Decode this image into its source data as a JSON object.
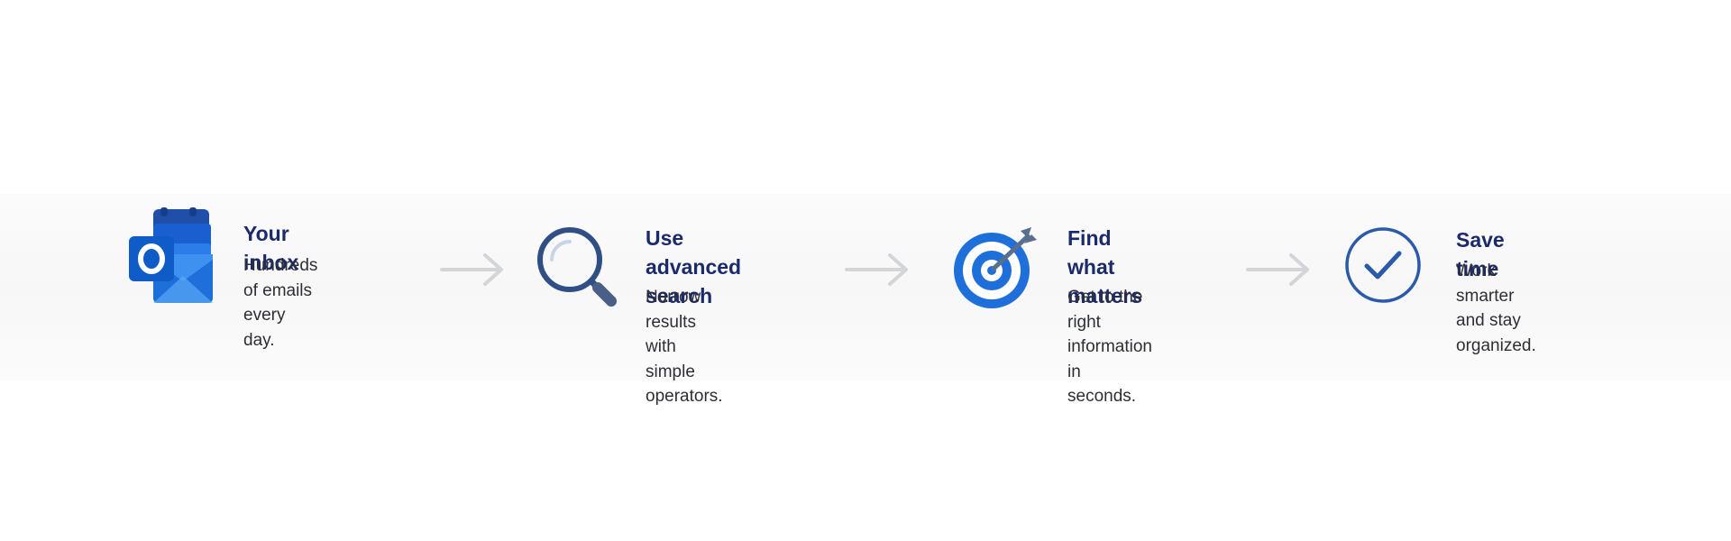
{
  "colors": {
    "title": "#1b2a6b",
    "body_text": "#2d2f36",
    "accent_blue": "#1e6fd9",
    "navy": "#2a5aa8",
    "arrow": "#d3d5d9"
  },
  "steps": [
    {
      "icon": "outlook-logo-icon",
      "title": "Your inbox",
      "description": "Hundreds of emails\nevery day."
    },
    {
      "icon": "magnifying-glass-icon",
      "title": "Use advanced\nsearch",
      "description": "Narrow results\nwith simple\noperators."
    },
    {
      "icon": "target-arrow-icon",
      "title": "Find what\nmatters",
      "description": "Get to the right\ninformation\nin seconds."
    },
    {
      "icon": "checkmark-circle-icon",
      "title": "Save time",
      "description": "Work smarter\nand stay\norganized."
    }
  ],
  "connectors": [
    "right-arrow-icon",
    "right-arrow-icon",
    "right-arrow-icon"
  ]
}
